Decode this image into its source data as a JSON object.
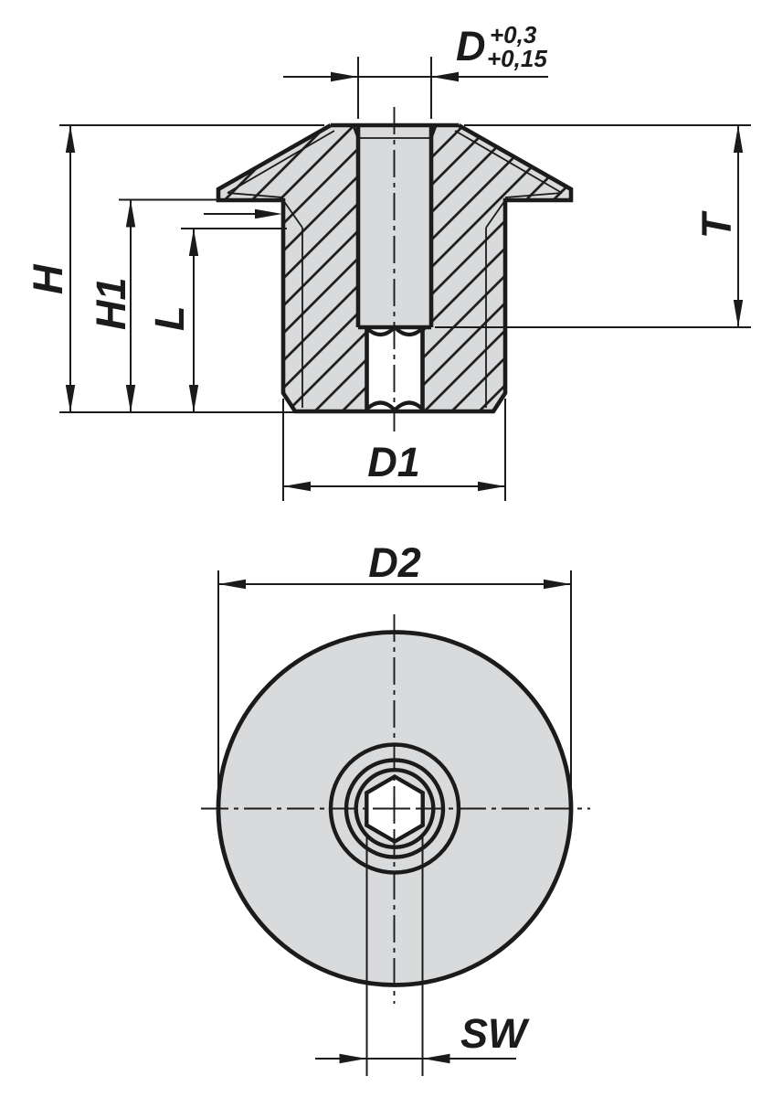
{
  "drawing_type": "technical-dimension-drawing",
  "colors": {
    "background": "#ffffff",
    "part_fill": "#d9dadb",
    "socket_fill": "#ffffff",
    "line": "#1b1b1b"
  },
  "views": {
    "front_section": {
      "name": "sectioned front view",
      "dims": {
        "bore_diameter": {
          "label": "D",
          "tolerance_upper": "+0,3",
          "tolerance_lower": "+0,15"
        },
        "overall_height": {
          "label": "H"
        },
        "body_height": {
          "label": "H1"
        },
        "thread_length": {
          "label": "L"
        },
        "bore_depth": {
          "label": "T"
        },
        "body_diameter": {
          "label": "D1"
        }
      }
    },
    "bottom": {
      "name": "bottom view",
      "dims": {
        "flange_diameter": {
          "label": "D2"
        },
        "hex_socket_width": {
          "label": "SW"
        }
      }
    }
  }
}
